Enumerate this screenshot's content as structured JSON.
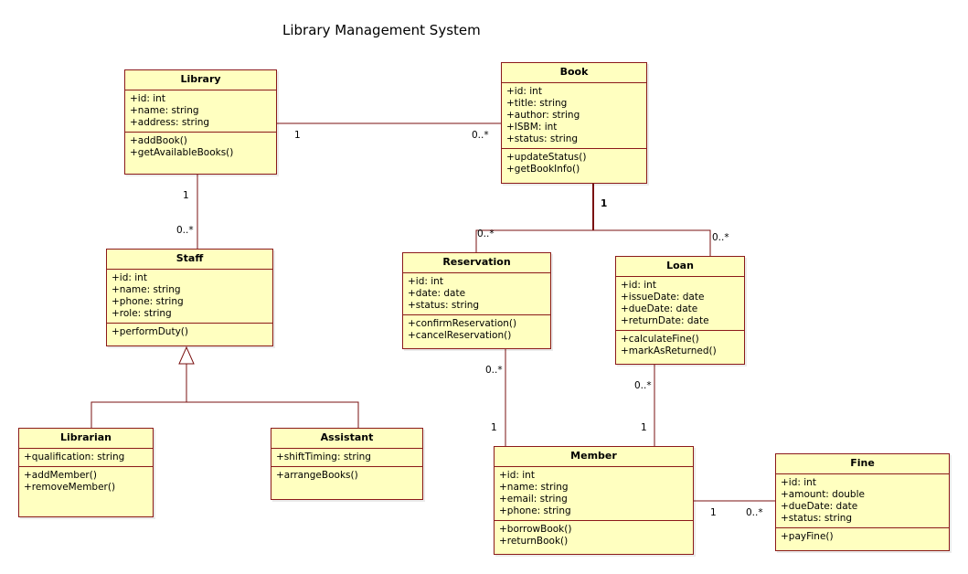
{
  "title": "Library Management System",
  "classes": {
    "library": {
      "name": "Library",
      "attributes": [
        "+id: int",
        "+name: string",
        "+address: string"
      ],
      "operations": [
        "+addBook()",
        "+getAvailableBooks()"
      ]
    },
    "book": {
      "name": "Book",
      "attributes": [
        "+id: int",
        "+title: string",
        "+author: string",
        "+ISBM: int",
        "+status: string"
      ],
      "operations": [
        "+updateStatus()",
        "+getBookInfo()"
      ]
    },
    "staff": {
      "name": "Staff",
      "attributes": [
        "+id: int",
        "+name: string",
        "+phone: string",
        "+role: string"
      ],
      "operations": [
        "+performDuty()"
      ]
    },
    "reservation": {
      "name": "Reservation",
      "attributes": [
        "+id: int",
        "+date: date",
        "+status: string"
      ],
      "operations": [
        "+confirmReservation()",
        "+cancelReservation()"
      ]
    },
    "loan": {
      "name": "Loan",
      "attributes": [
        "+id: int",
        "+issueDate: date",
        "+dueDate: date",
        "+returnDate: date"
      ],
      "operations": [
        "+calculateFine()",
        "+markAsReturned()"
      ]
    },
    "librarian": {
      "name": "Librarian",
      "attributes": [
        "+qualification: string"
      ],
      "operations": [
        "+addMember()",
        "+removeMember()"
      ]
    },
    "assistant": {
      "name": "Assistant",
      "attributes": [
        "+shiftTiming: string"
      ],
      "operations": [
        "+arrangeBooks()"
      ]
    },
    "member": {
      "name": "Member",
      "attributes": [
        "+id: int",
        "+name: string",
        "+email: string",
        "+phone: string"
      ],
      "operations": [
        "+borrowBook()",
        "+returnBook()"
      ]
    },
    "fine": {
      "name": "Fine",
      "attributes": [
        "+id: int",
        "+amount: double",
        "+dueDate: date",
        "+status: string"
      ],
      "operations": [
        "+payFine()"
      ]
    }
  },
  "multiplicities": {
    "library_book_library": "1",
    "library_book_book": "0..*",
    "library_staff_library": "1",
    "library_staff_staff": "0..*",
    "book_side": "1",
    "book_reservation": "0..*",
    "book_loan": "0..*",
    "reservation_member_reservation": "0..*",
    "reservation_member_member": "1",
    "loan_member_loan": "0..*",
    "loan_member_member": "1",
    "member_fine_member": "1",
    "member_fine_fine": "0..*"
  },
  "colors": {
    "class_fill": "#ffffc0",
    "class_border": "#8b1a1a",
    "line": "#7a1010"
  }
}
